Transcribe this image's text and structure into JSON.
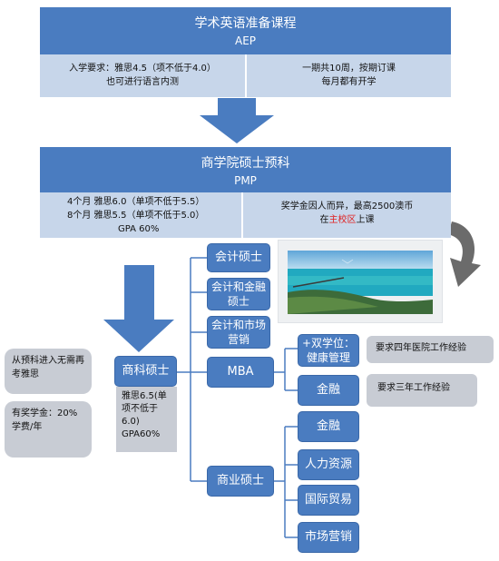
{
  "aep": {
    "title": "学术英语准备课程",
    "code": "AEP",
    "left_line1": "入学要求：雅思4.5（项不低于4.0）",
    "left_line2": "也可进行语言内测",
    "right_line1": "一期共10周，按期订课",
    "right_line2": "每月都有开学"
  },
  "pmp": {
    "title": "商学院硕士预科",
    "code": "PMP",
    "left_line1": "4个月 雅思6.0（单项不低于5.5）",
    "left_line2": "8个月 雅思5.5（单项不低于5.0）",
    "left_line3": "GPA 60%",
    "right_line1": "奖学金因人而异，最高2500澳币",
    "right_prefix": "在",
    "right_highlight": "主校区",
    "right_suffix": "上课"
  },
  "side_notes": {
    "note1": "从预科进入无需再考雅思",
    "note2": "有奖学金：20%学费/年"
  },
  "master": {
    "label": "商科硕士",
    "req_line1": "雅思6.5(单项不低于6.0)",
    "req_line2": "GPA60%"
  },
  "programs": {
    "accounting": "会计硕士",
    "acc_finance": "会计和金融硕士",
    "acc_marketing": "会计和市场营销",
    "mba": "MBA",
    "mba_health": "+双学位：健康管理",
    "mba_health_note": "要求四年医院工作经验",
    "mba_finance": "金融",
    "mba_finance_note": "要求三年工作经验",
    "business": "商业硕士",
    "biz_finance": "金融",
    "biz_hr": "人力资源",
    "biz_trade": "国际贸易",
    "biz_marketing": "市场营销"
  },
  "colors": {
    "header_blue": "#4a7cc0",
    "sub_band": "#c7d6ea",
    "arrow_blue": "#4a7cc0",
    "note_gray": "#c8ccd4",
    "highlight_red": "#e02020"
  }
}
